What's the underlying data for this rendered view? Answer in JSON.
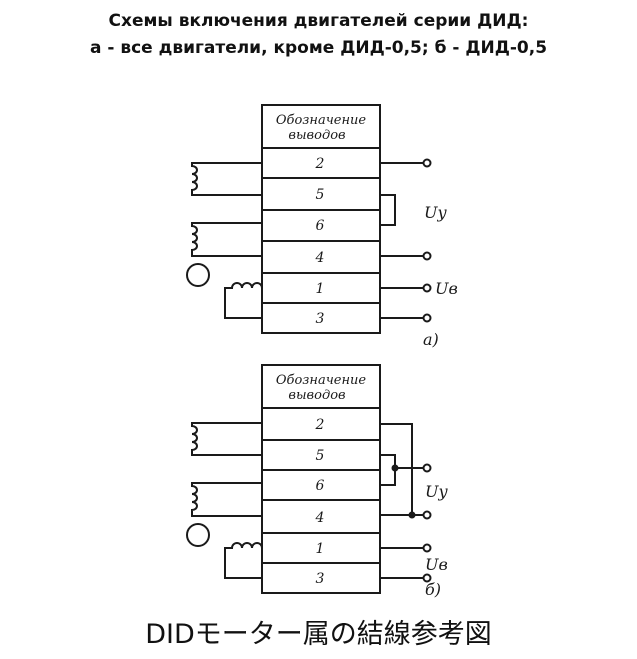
{
  "title": {
    "line1": "Схемы включения двигателей серии ДИД:",
    "line2": "а - все двигатели, кроме ДИД-0,5; б - ДИД-0,5"
  },
  "diagrams": [
    {
      "header_line1": "Обозначение",
      "header_line2": "выводов",
      "terminals": [
        "2",
        "5",
        "6",
        "4",
        "1",
        "3"
      ],
      "label_control": "Uу",
      "label_excitation": "Uв",
      "tag": "а)"
    },
    {
      "header_line1": "Обозначение",
      "header_line2": "выводов",
      "terminals": [
        "2",
        "5",
        "6",
        "4",
        "1",
        "3"
      ],
      "label_control": "Uу",
      "label_excitation": "Uв",
      "tag": "б)"
    }
  ],
  "caption": "DIDモーター属の結線参考図"
}
